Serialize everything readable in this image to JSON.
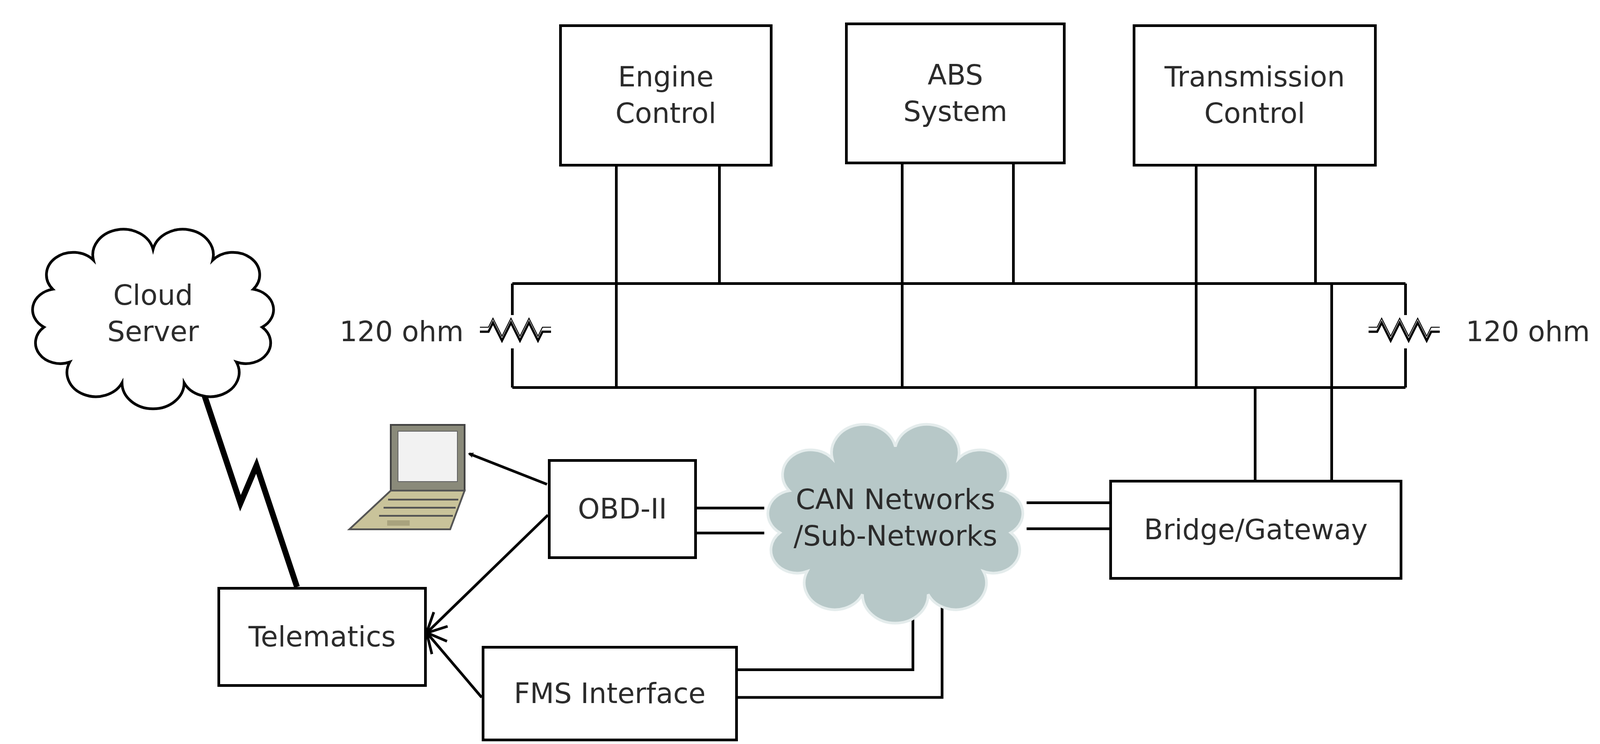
{
  "diagram": {
    "nodes": [
      {
        "text": [
          "Engine Control"
        ]
      },
      {
        "text": [
          "ABS System"
        ]
      },
      {
        "text": [
          "Transmission Control"
        ]
      },
      {
        "text": [
          "Cloud Server"
        ]
      },
      {
        "text": [
          "OBD-II"
        ]
      },
      {
        "text": [
          "CAN Networks /Sub-Networks"
        ]
      },
      {
        "text": [
          "Bridge/Gateway"
        ]
      },
      {
        "text": [
          "Telematics"
        ]
      },
      {
        "text": [
          "FMS Interface"
        ]
      }
    ],
    "edges": [
      {
        "from": 4,
        "to": 7,
        "arrow": "to"
      },
      {
        "from": 8,
        "to": 7,
        "arrow": "to"
      },
      {
        "from": 4,
        "to": 5,
        "arrow": "none"
      },
      {
        "from": 5,
        "to": 6,
        "arrow": "none"
      },
      {
        "from": 5,
        "to": 8,
        "arrow": "none"
      },
      {
        "from": 7,
        "to": 3,
        "arrow": "none"
      }
    ],
    "labels": [
      "120 ohm",
      "120 ohm"
    ]
  }
}
